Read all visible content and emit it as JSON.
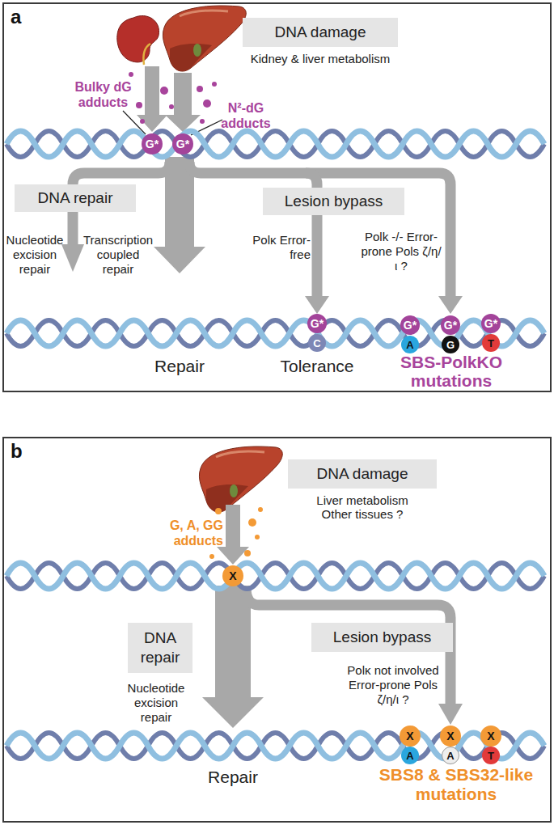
{
  "diagram": {
    "nodes": [
      {
        "text": [
          "a"
        ]
      },
      {
        "text": [
          "DNA damage",
          "Kidney & liver metabolism"
        ],
        "in": 0
      },
      {
        "text": [
          "G*"
        ],
        "in": 0
      },
      {
        "text": [
          "G*"
        ],
        "in": 0
      },
      {
        "text": [
          "DNA repair"
        ],
        "in": 0
      },
      {
        "text": [
          "Lesion bypass"
        ],
        "in": 0
      },
      {
        "text": [
          "G*"
        ],
        "in": 0
      },
      {
        "text": [
          "C"
        ],
        "in": 0
      },
      {
        "text": [
          "G*"
        ],
        "in": 0
      },
      {
        "text": [
          "A"
        ],
        "in": 0
      },
      {
        "text": [
          "G*"
        ],
        "in": 0
      },
      {
        "text": [
          "G"
        ],
        "in": 0
      },
      {
        "text": [
          "G*"
        ],
        "in": 0
      },
      {
        "text": [
          "T"
        ],
        "in": 0
      },
      {
        "text": [
          "b"
        ]
      },
      {
        "text": [
          "DNA damage",
          "Liver metabolism Other tissues ?"
        ],
        "in": 14
      },
      {
        "text": [
          "X"
        ],
        "in": 14
      },
      {
        "text": [
          "DNA repair"
        ],
        "in": 14
      },
      {
        "text": [
          "Lesion bypass"
        ],
        "in": 14
      },
      {
        "text": [
          "X"
        ],
        "in": 14
      },
      {
        "text": [
          "A"
        ],
        "in": 14
      },
      {
        "text": [
          "X"
        ],
        "in": 14
      },
      {
        "text": [
          "A"
        ],
        "in": 14
      },
      {
        "text": [
          "X"
        ],
        "in": 14
      },
      {
        "text": [
          "T"
        ],
        "in": 14
      }
    ],
    "labels": [
      "Bulky dG adducts",
      "N²-dG adducts",
      "Nucleotide excision repair",
      "Transcription coupled repair",
      "Polκ Error-free",
      "Polk -/- Error-prone Pols ζ/η/ι ?",
      "Repair",
      "Tolerance",
      "SBS-PolkKO mutations",
      "G, A, GG adducts",
      "Nucleotide excision repair",
      "Polκ not involved Error-prone Pols ζ/η/ι ?",
      "Repair",
      "SBS8 & SBS32-like mutations"
    ]
  }
}
